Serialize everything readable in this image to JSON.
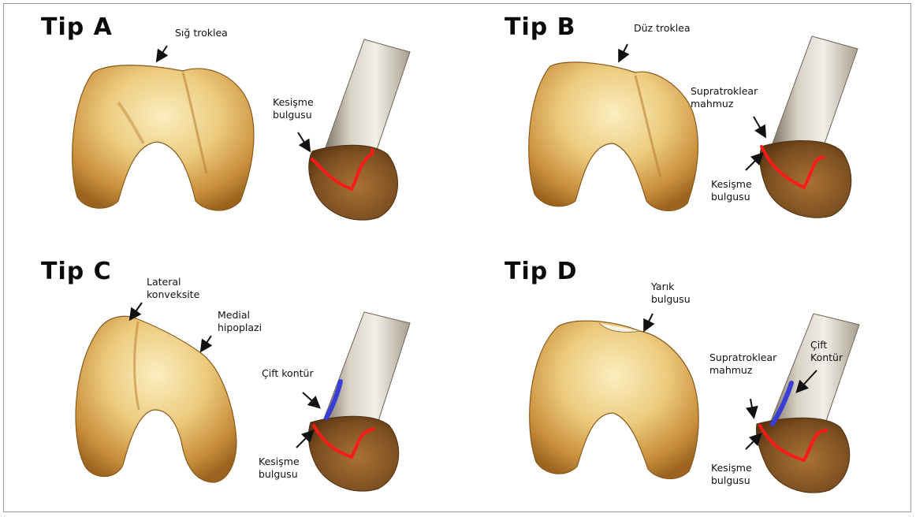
{
  "panels": [
    {
      "title": "Tip A",
      "labels": {
        "feature": "Sığ troklea",
        "crossing": "Kesişme\nbulgusu"
      }
    },
    {
      "title": "Tip B",
      "labels": {
        "feature": "Düz troklea",
        "spur": "Supratroklear\nmahmuz",
        "crossing": "Kesişme\nbulgusu"
      }
    },
    {
      "title": "Tip C",
      "labels": {
        "lateral": "Lateral\nkonveksite",
        "medial": "Medial\nhipoplazi",
        "double": "Çift kontür",
        "crossing": "Kesişme\nbulgusu"
      }
    },
    {
      "title": "Tip D",
      "labels": {
        "feature": "Yarık\nbulgusu",
        "spur": "Supratroklear\nmahmuz",
        "double": "Çift\nKontür",
        "crossing": "Kesişme\nbulgusu"
      }
    }
  ],
  "colors": {
    "bone_light": "#f3dfa6",
    "bone_mid": "#dcae5c",
    "bone_dark": "#9a6420",
    "condyle_brown": "#8a5a26",
    "shaft_light": "#e8e4dc",
    "shaft_dark": "#a89f8f",
    "crossing_line": "#ff1a1a",
    "double_contour": "#3a3dd6",
    "arrow": "#111111"
  }
}
